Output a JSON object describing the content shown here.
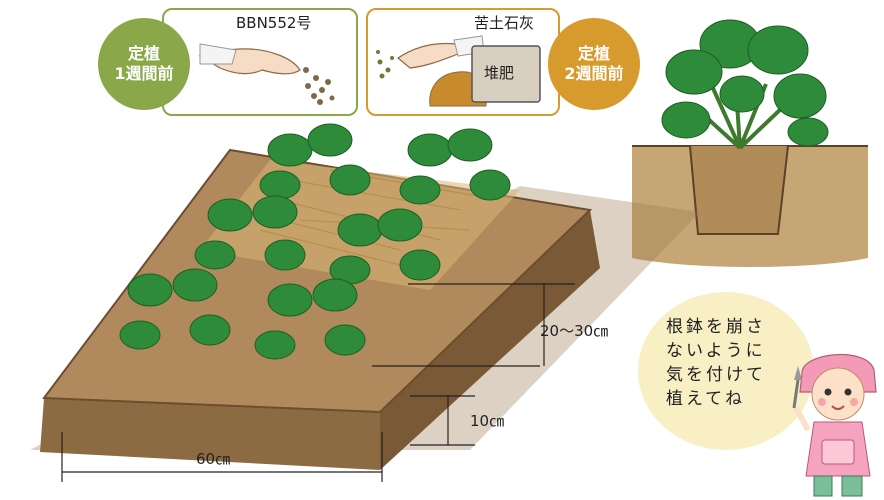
{
  "step_before_1week": {
    "badge": "定植\n1週間前",
    "fertilizer_label": "BBN552号",
    "badge_color": "#8aa84a",
    "border_color": "#8aa84a"
  },
  "step_before_2weeks": {
    "badge": "定植\n2週間前",
    "lime_label": "苦土石灰",
    "compost_label": "堆肥",
    "badge_color": "#d79a2c",
    "border_color": "#d79a2c"
  },
  "dimensions": {
    "bed_height": "20～30㎝",
    "furrow_depth": "10㎝",
    "bed_width": "60㎝"
  },
  "advice_bubble": {
    "lines": [
      "根鉢を崩さ",
      "ないように",
      "気を付けて",
      "植えてね"
    ]
  },
  "colors": {
    "soil": "#b08a5c",
    "soil_dark": "#8c6a42",
    "leaf": "#2e8b3a",
    "leaf_light": "#4aa84e",
    "straw": "#d9b777"
  }
}
